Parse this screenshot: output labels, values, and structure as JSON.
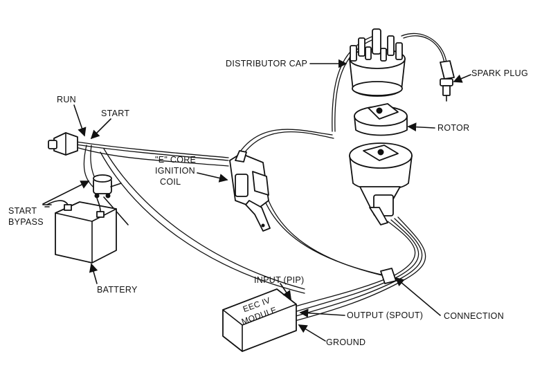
{
  "labels": {
    "run": "RUN",
    "start": "START",
    "start_bypass_1": "START",
    "start_bypass_2": "BYPASS",
    "battery": "BATTERY",
    "coil_1": "\"E\" CORE",
    "coil_2": "IGNITION",
    "coil_3": "COIL",
    "distributor_cap": "DISTRIBUTOR CAP",
    "spark_plug": "SPARK PLUG",
    "rotor": "ROTOR",
    "input_pip": "INPUT (PIP)",
    "output_spout": "OUTPUT (SPOUT)",
    "ground": "GROUND",
    "connection": "CONNECTION",
    "module_1": "EEC IV",
    "module_2": "MODULE"
  }
}
